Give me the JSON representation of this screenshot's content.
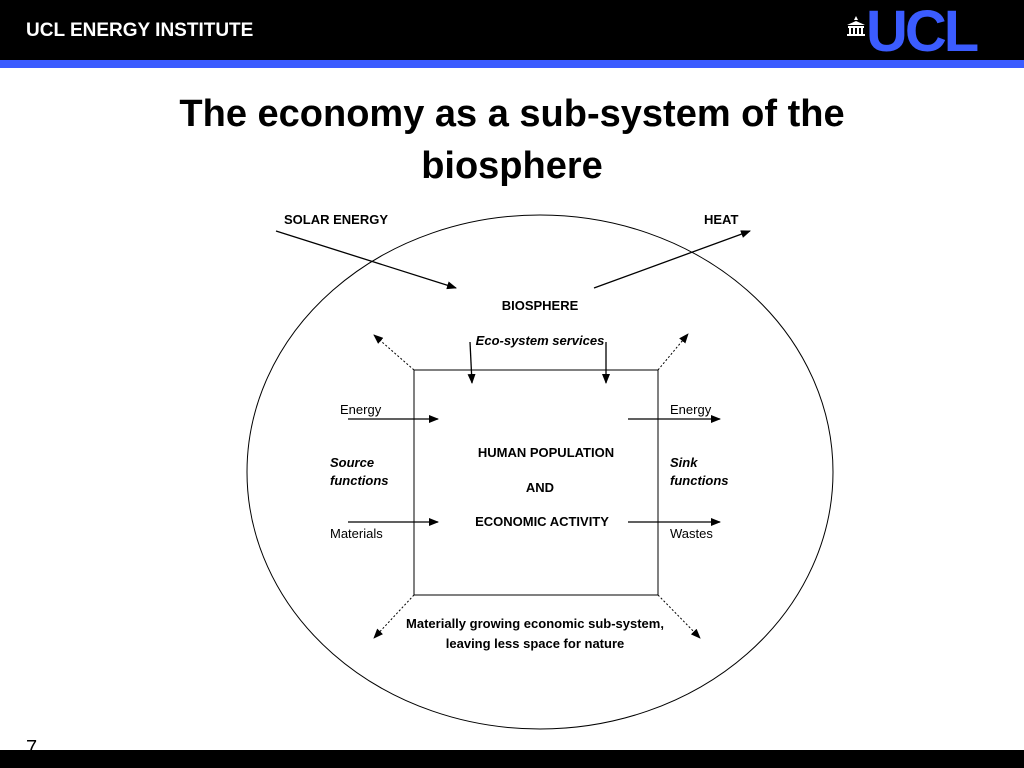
{
  "header": {
    "institute": "UCL ENERGY INSTITUTE",
    "logo": "UCL",
    "logo_icon": "portico-icon",
    "accent_color": "#3b5cff"
  },
  "title": {
    "line1": "The economy as a sub-system of the",
    "line2": "biosphere"
  },
  "diagram": {
    "solar_energy": "SOLAR ENERGY",
    "heat": "HEAT",
    "biosphere": "BIOSPHERE",
    "eco_services": "Eco-system services",
    "energy_in": "Energy",
    "energy_out": "Energy",
    "source_functions": [
      "Source",
      "functions"
    ],
    "sink_functions": [
      "Sink",
      "functions"
    ],
    "materials": "Materials",
    "wastes": "Wastes",
    "center": [
      "HUMAN POPULATION",
      "AND",
      "ECONOMIC ACTIVITY"
    ],
    "caption": [
      "Materially growing economic sub-system,",
      "leaving less space for nature"
    ]
  },
  "footer": {
    "page_number": "7"
  }
}
